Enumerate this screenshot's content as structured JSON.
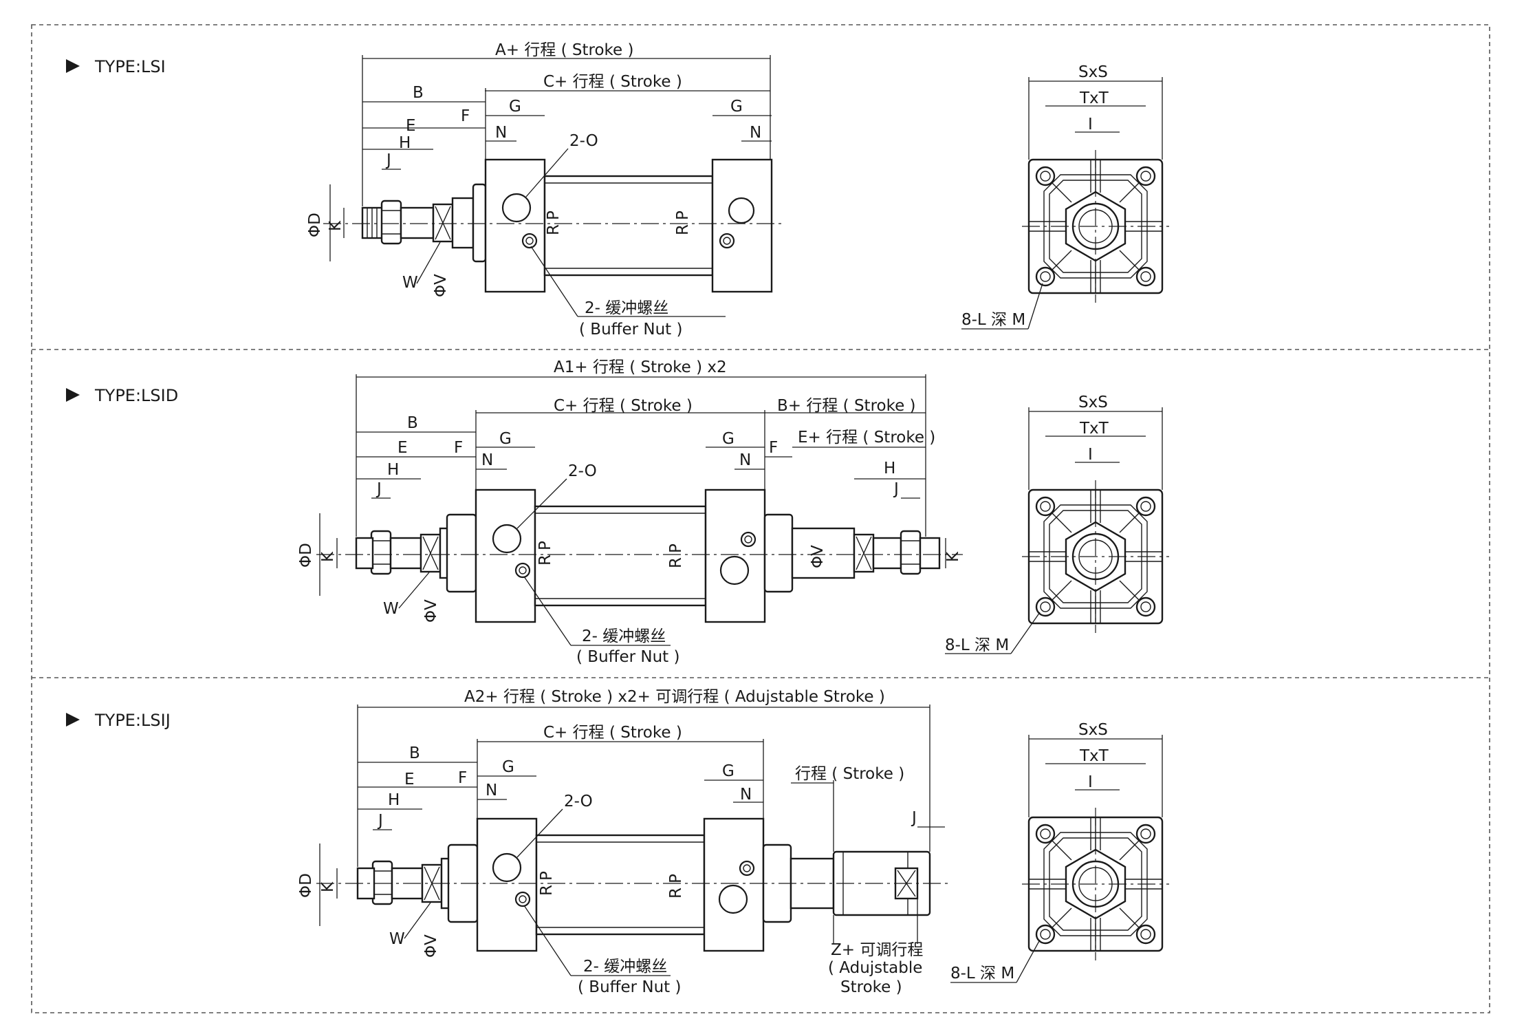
{
  "sections": [
    {
      "type_label": "TYPE:LSI",
      "dims": {
        "A": "A+ 行程 ( Stroke )",
        "C": "C+ 行程 ( Stroke )",
        "B": "B",
        "E": "E",
        "F": "F",
        "H": "H",
        "J": "J",
        "G": "G",
        "N": "N",
        "D": "ΦD",
        "K": "K",
        "W": "W",
        "V": "ΦV",
        "R": "R",
        "P": "P",
        "O": "2-O",
        "buffer_cn": "2- 缓冲螺丝",
        "buffer_en": "( Buffer Nut )",
        "S": "SxS",
        "T": "TxT",
        "I": "I",
        "L": "8-L 深 M"
      }
    },
    {
      "type_label": "TYPE:LSID",
      "dims": {
        "A": "A1+ 行程 ( Stroke ) x2",
        "C": "C+ 行程 ( Stroke )",
        "Bs": "B+ 行程 ( Stroke )",
        "Es": "E+ 行程 ( Stroke )",
        "B": "B",
        "E": "E",
        "F": "F",
        "H": "H",
        "J": "J",
        "G": "G",
        "N": "N",
        "D": "ΦD",
        "K": "K",
        "W": "W",
        "V": "ΦV",
        "R": "R",
        "P": "P",
        "O": "2-O",
        "buffer_cn": "2- 缓冲螺丝",
        "buffer_en": "( Buffer Nut )",
        "S": "SxS",
        "T": "TxT",
        "I": "I",
        "L": "8-L 深 M"
      }
    },
    {
      "type_label": "TYPE:LSIJ",
      "dims": {
        "A": "A2+ 行程 ( Stroke ) x2+ 可调行程 ( Adujstable Stroke )",
        "C": "C+ 行程 ( Stroke )",
        "St": "行程 ( Stroke )",
        "B": "B",
        "E": "E",
        "F": "F",
        "H": "H",
        "J": "J",
        "G": "G",
        "N": "N",
        "D": "ΦD",
        "K": "K",
        "W": "W",
        "V": "ΦV",
        "R": "R",
        "P": "P",
        "O": "2-O",
        "buffer_cn": "2- 缓冲螺丝",
        "buffer_en": "( Buffer Nut )",
        "Z1": "Z+ 可调行程",
        "Z2": "( Adujstable",
        "Z3": "Stroke )",
        "S": "SxS",
        "T": "TxT",
        "I": "I",
        "L": "8-L 深 M"
      }
    }
  ]
}
